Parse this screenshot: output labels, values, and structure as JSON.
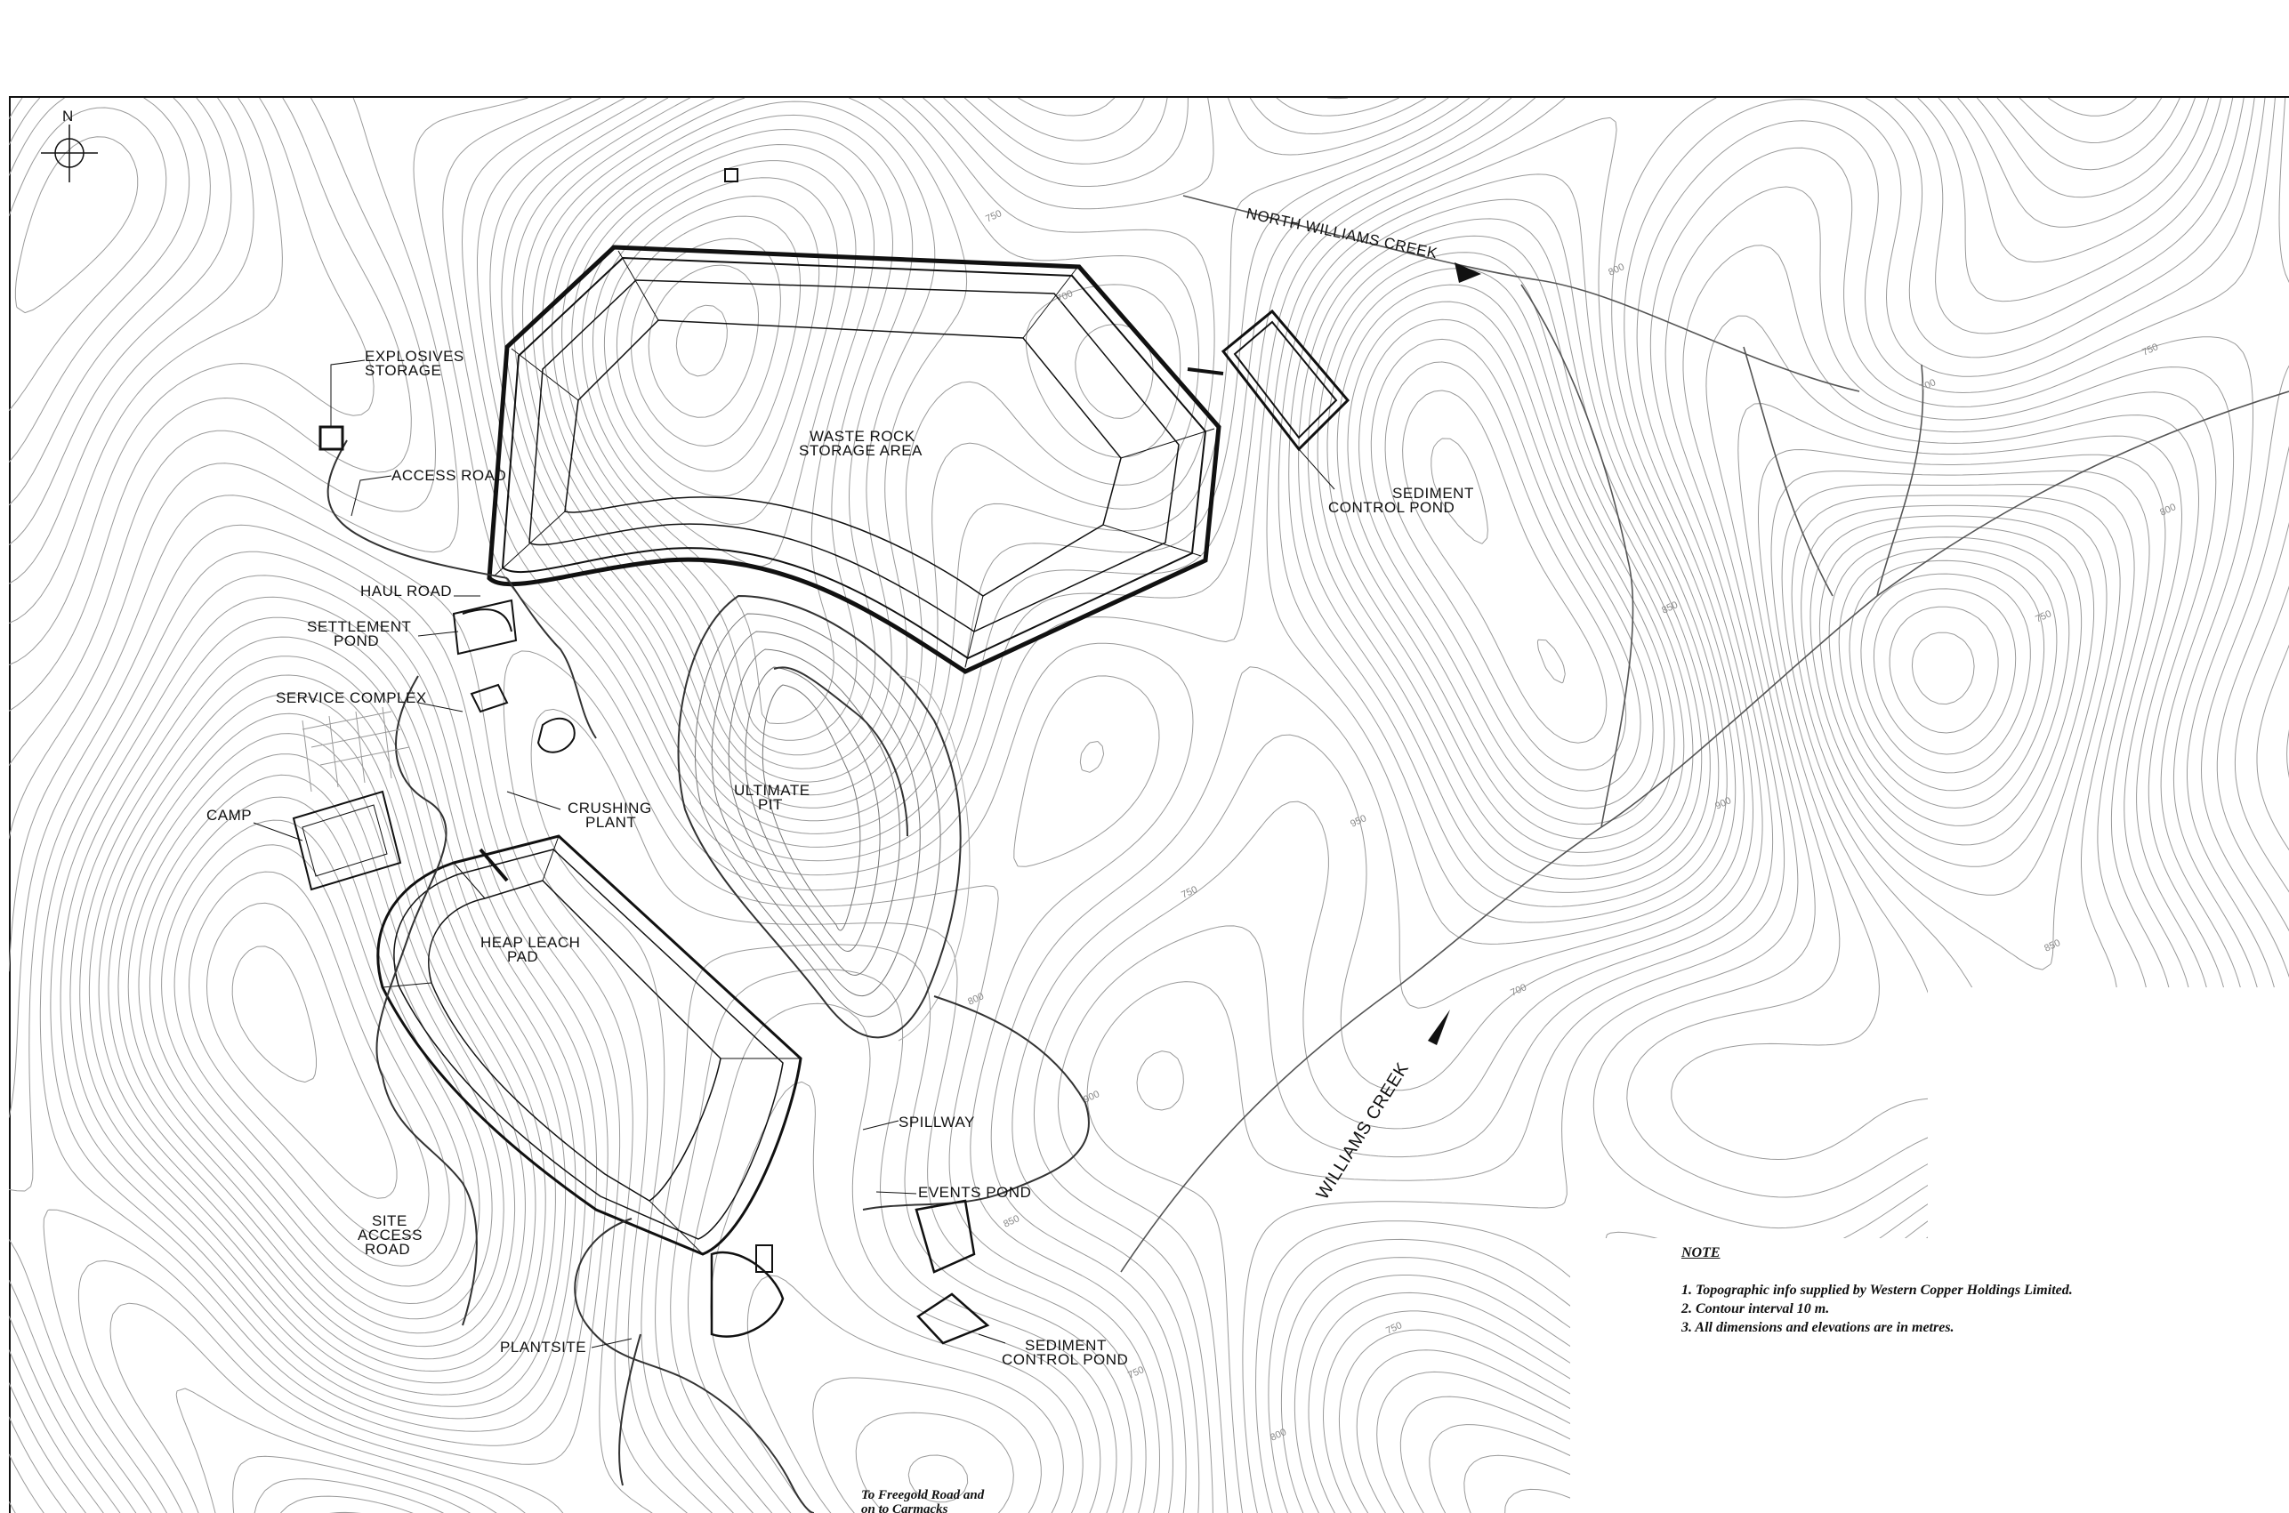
{
  "map": {
    "north_arrow": "N",
    "labels": {
      "explosives_storage": [
        "EXPLOSIVES",
        "STORAGE"
      ],
      "access_road": "ACCESS ROAD",
      "haul_road": "HAUL ROAD",
      "settlement_pond": [
        "SETTLEMENT",
        "POND"
      ],
      "service_complex": "SERVICE COMPLEX",
      "camp": "CAMP",
      "crushing_plant": [
        "CRUSHING",
        "PLANT"
      ],
      "waste_rock": [
        "WASTE ROCK",
        "STORAGE AREA"
      ],
      "ultimate_pit": [
        "ULTIMATE",
        "PIT"
      ],
      "heap_leach": [
        "HEAP LEACH",
        "PAD"
      ],
      "spillway": "SPILLWAY",
      "events_pond": "EVENTS POND",
      "site_access_road": [
        "SITE",
        "ACCESS",
        "ROAD"
      ],
      "plantsite": "PLANTSITE",
      "sediment_pond_north": [
        "SEDIMENT",
        "CONTROL POND"
      ],
      "sediment_pond_south": [
        "SEDIMENT",
        "CONTROL POND"
      ],
      "north_williams_creek": "NORTH WILLIAMS CREEK",
      "williams_creek": "WILLIAMS CREEK",
      "freegold_road": [
        "To Freegold Road and",
        "on to Carmacks"
      ]
    },
    "contour_labels": [
      "750",
      "700",
      "800",
      "850",
      "900",
      "950",
      "750",
      "800",
      "700",
      "750",
      "800",
      "750",
      "850",
      "900",
      "850",
      "800",
      "750",
      "700",
      "800",
      "750"
    ]
  },
  "note": {
    "heading": "NOTE",
    "items": [
      "1.  Topographic info supplied by Western Copper Holdings Limited.",
      "2.  Contour interval 10 m.",
      "3.  All dimensions and elevations are in metres."
    ]
  }
}
